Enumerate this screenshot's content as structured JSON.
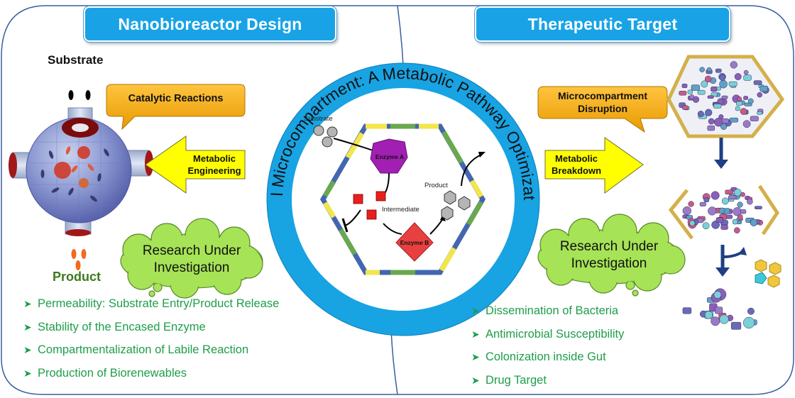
{
  "left_panel": {
    "title": "Nanobioreactor Design",
    "substrate_label": "Substrate",
    "product_label": "Product",
    "catalytic_callout": "Catalytic Reactions",
    "arrow_label_line1": "Metabolic",
    "arrow_label_line2": "Engineering",
    "cloud_line1": "Research Under",
    "cloud_line2": "Investigation",
    "bullets": [
      "Permeability: Substrate Entry/Product Release",
      "Stability of the Encased Enzyme",
      "Compartmentalization of Labile Reaction",
      "Production of Biorenewables"
    ]
  },
  "right_panel": {
    "title": "Therapeutic Target",
    "disruption_line1": "Microcompartment",
    "disruption_line2": "Disruption",
    "arrow_label_line1": "Metabolic",
    "arrow_label_line2": "Breakdown",
    "cloud_line1": "Research Under",
    "cloud_line2": "Investigation",
    "bullets": [
      "Dissemination of Bacteria",
      "Antimicrobial Susceptibility",
      "Colonization inside Gut",
      "Drug Target"
    ]
  },
  "center": {
    "ring_text": "Bacterial Microcompartment: A Metabolic Pathway Optimization Tool",
    "substrate": "Substrate",
    "enzyme_a": "Enzyme A",
    "intermediate": "Intermediate",
    "enzyme_b": "Enzyme B",
    "product": "Product"
  },
  "colors": {
    "header_blue": "#19a3e6",
    "ring_blue": "#18a3e3",
    "bullet_green": "#1e9e4a",
    "callout_orange": "#f6a800",
    "arrow_yellow": "#ffff00",
    "cloud_green": "#a6e356",
    "enzyme_a": "#a11fb2",
    "enzyme_b": "#e84040",
    "intermediate_red": "#e8201c",
    "shell_blue": "#4466b0",
    "shell_green": "#6aa84f",
    "shell_yellow": "#f2e64a"
  }
}
